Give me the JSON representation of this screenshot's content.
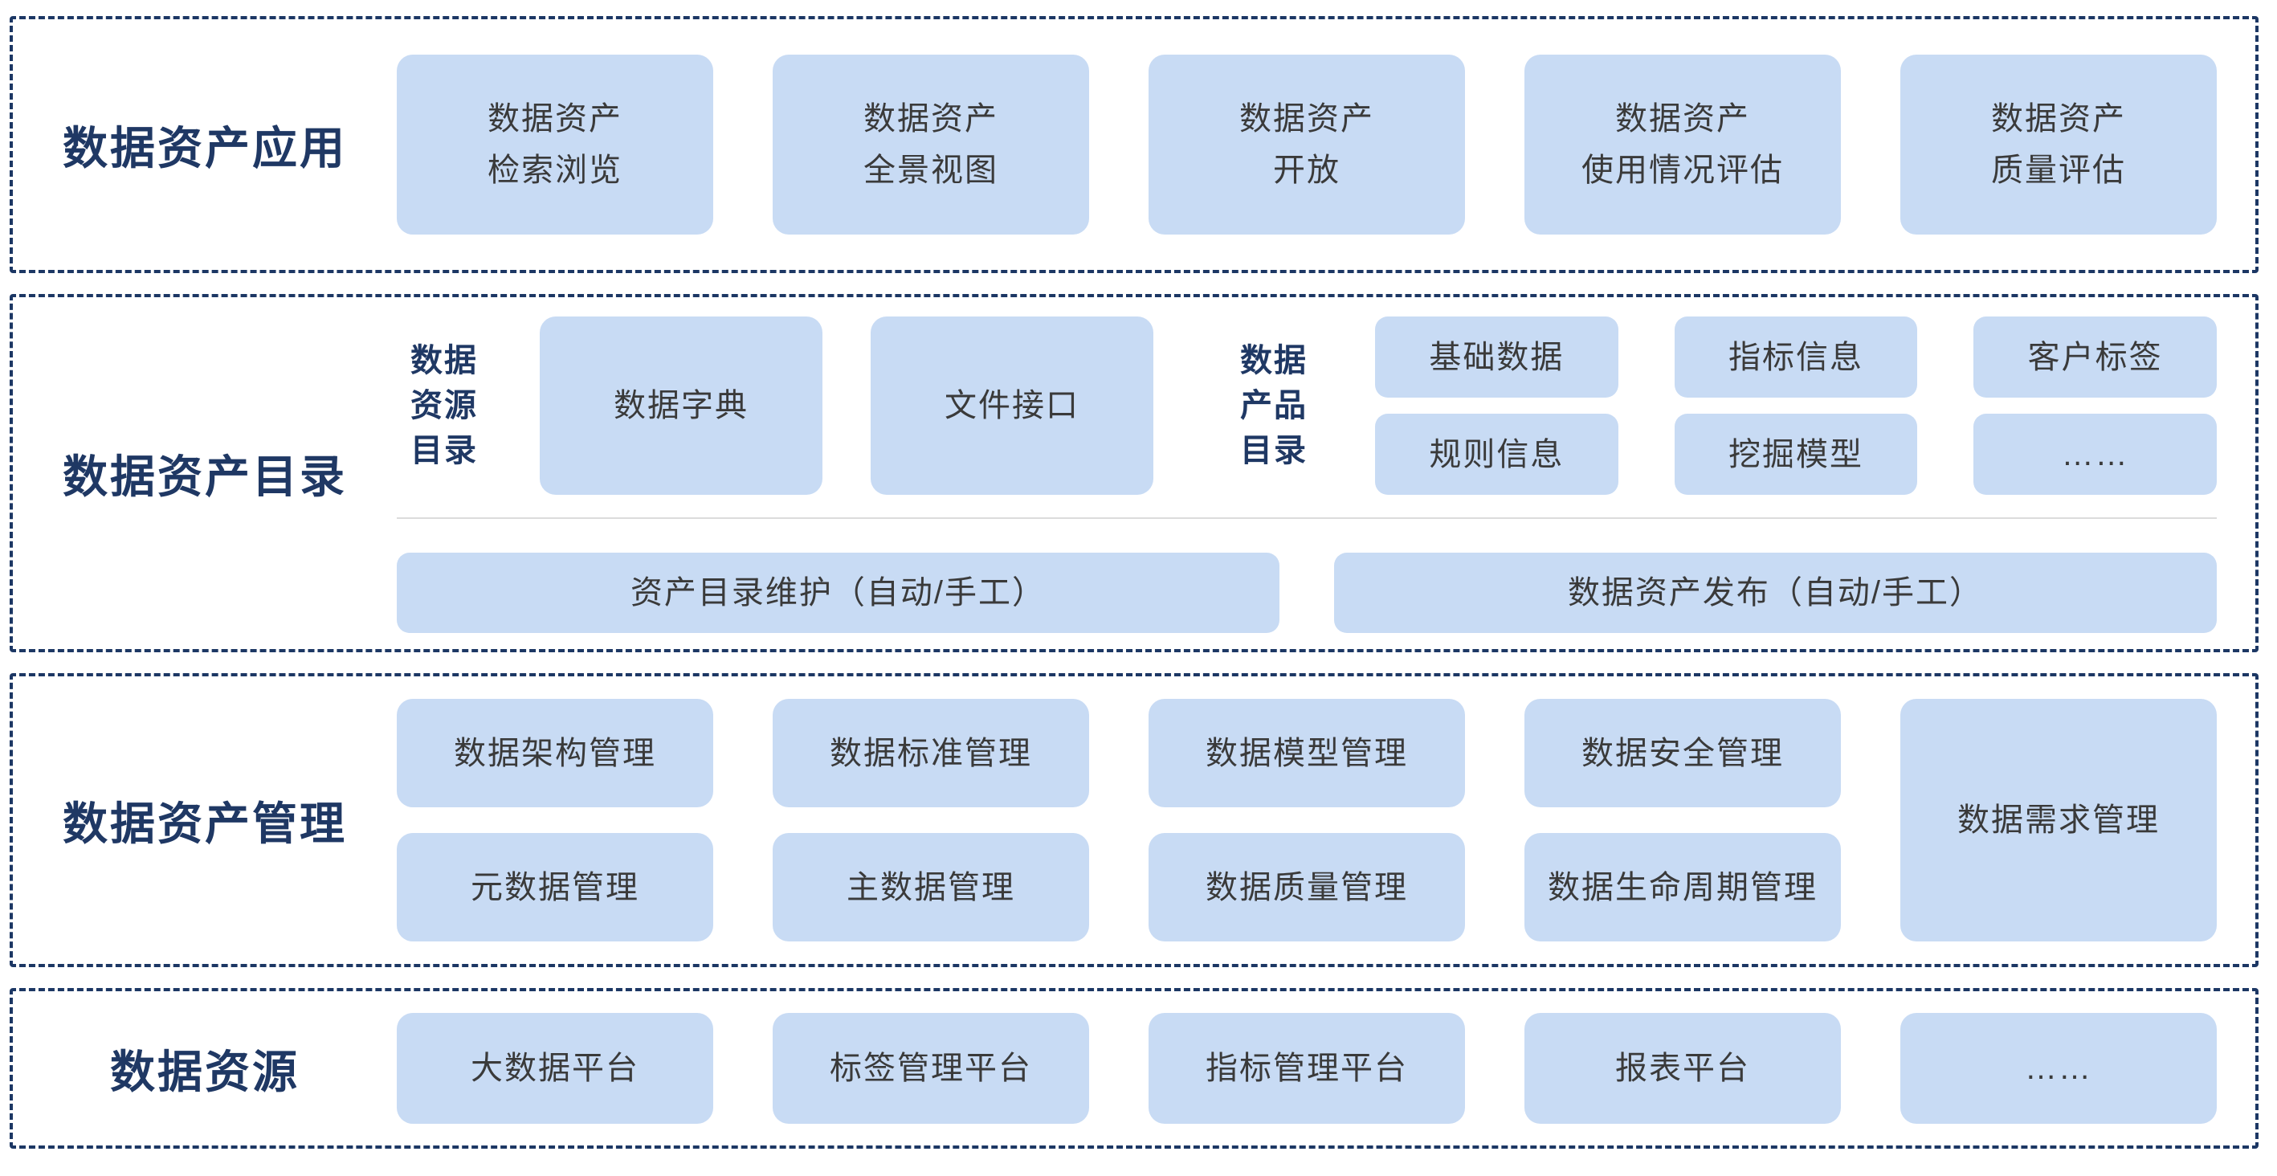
{
  "palette": {
    "navy_label": "#1F3864",
    "border_navy": "#1C3764",
    "box_fill": "#C8DBF4",
    "box_text": "#3A3A3A",
    "divider": "#DCDCDC",
    "background": "#FFFFFF"
  },
  "sections": {
    "application": {
      "label": "数据资产应用",
      "boxes": [
        "数据资产\n检索浏览",
        "数据资产\n全景视图",
        "数据资产\n开放",
        "数据资产\n使用情况评估",
        "数据资产\n质量评估"
      ]
    },
    "catalog": {
      "label": "数据资产目录",
      "resource_catalog_label": "数据\n资源\n目录",
      "resource_boxes": [
        "数据字典",
        "文件接口"
      ],
      "product_catalog_label": "数据\n产品\n目录",
      "product_boxes": [
        "基础数据",
        "指标信息",
        "客户标签",
        "规则信息",
        "挖掘模型",
        "……"
      ],
      "maintain_box": "资产目录维护（自动/手工）",
      "publish_box": "数据资产发布（自动/手工）"
    },
    "management": {
      "label": "数据资产管理",
      "columns": [
        {
          "top": "数据架构管理",
          "bottom": "元数据管理"
        },
        {
          "top": "数据标准管理",
          "bottom": "主数据管理"
        },
        {
          "top": "数据模型管理",
          "bottom": "数据质量管理"
        },
        {
          "top": "数据安全管理",
          "bottom": "数据生命周期管理"
        }
      ],
      "tall_box": "数据需求管理"
    },
    "resources": {
      "label": "数据资源",
      "boxes": [
        "大数据平台",
        "标签管理平台",
        "指标管理平台",
        "报表平台",
        "……"
      ]
    }
  }
}
